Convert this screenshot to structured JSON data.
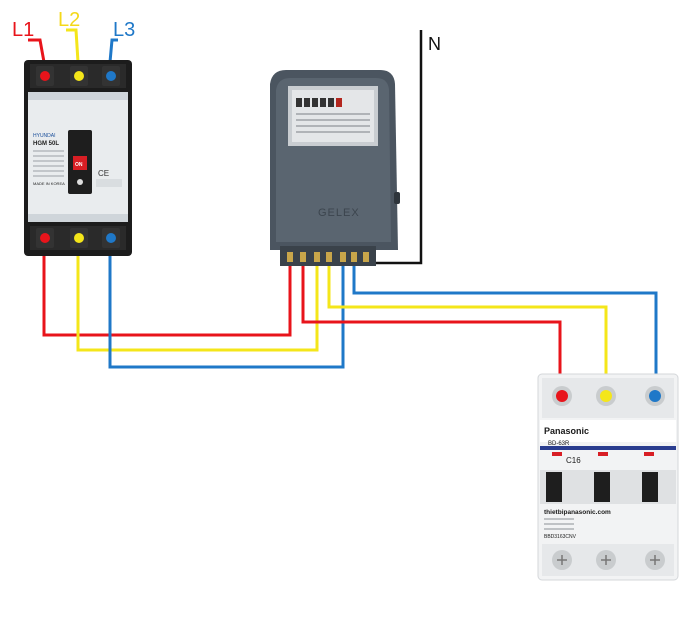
{
  "labels": {
    "l1": "L1",
    "l2": "L2",
    "l3": "L3",
    "n": "N"
  },
  "colors": {
    "l1": "#e8141b",
    "l2": "#f4e61a",
    "l3": "#1f78c8",
    "n": "#111111"
  },
  "mccb": {
    "brand": "HYUNDAI",
    "model": "HGM 50L",
    "on_label": "ON",
    "origin": "MADE IN KOREA"
  },
  "meter": {
    "brand": "GELEX"
  },
  "mcb": {
    "brand": "Panasonic",
    "model": "BD-63R",
    "rating": "C16",
    "website": "thietbipanasonic.com",
    "part": "BBD3163CNV"
  }
}
